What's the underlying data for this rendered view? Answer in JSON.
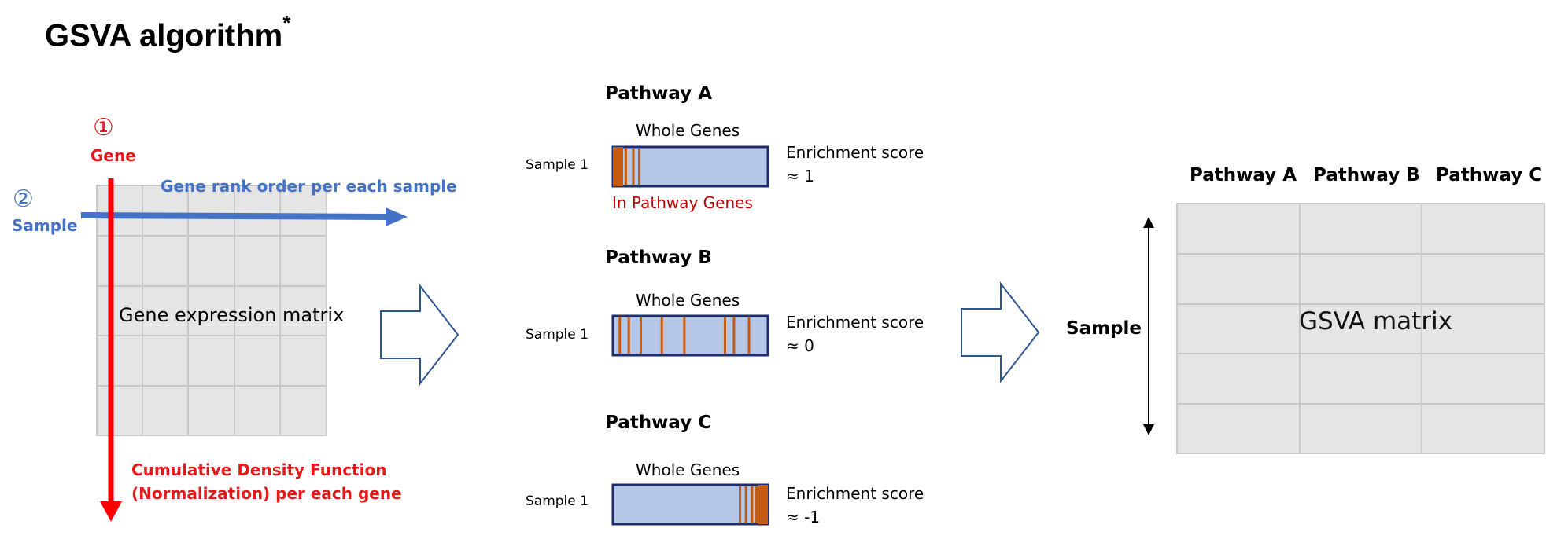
{
  "title": "GSVA algorithm",
  "title_mark": "*",
  "left": {
    "step1_marker": "①",
    "step1_label": "Gene",
    "step2_marker": "②",
    "step2_label": "Sample",
    "horizontal_arrow_label": "Gene rank order per each sample",
    "matrix_label": "Gene expression matrix",
    "vertical_arrow_label_line1": "Cumulative Density Function",
    "vertical_arrow_label_line2": "(Normalization) per each gene"
  },
  "pathways": [
    {
      "title": "Pathway A",
      "bar_label": "Whole Genes",
      "sample_label": "Sample 1",
      "score_label": "Enrichment score",
      "score_value": "≈ 1",
      "annotation": "In Pathway Genes",
      "gene_positions": [
        0.0,
        0.07,
        0.12,
        0.16
      ]
    },
    {
      "title": "Pathway B",
      "bar_label": "Whole Genes",
      "sample_label": "Sample 1",
      "score_label": "Enrichment score",
      "score_value": "≈ 0",
      "gene_positions": [
        0.03,
        0.09,
        0.17,
        0.31,
        0.46,
        0.73,
        0.79,
        0.89
      ]
    },
    {
      "title": "Pathway C",
      "bar_label": "Whole Genes",
      "sample_label": "Sample 1",
      "score_label": "Enrichment score",
      "score_value": "≈ -1",
      "gene_positions": [
        0.83,
        0.87,
        0.91,
        0.94,
        0.97,
        1.0
      ]
    }
  ],
  "right": {
    "columns": [
      "Pathway A",
      "Pathway B",
      "Pathway C"
    ],
    "row_axis_label": "Sample",
    "matrix_label": "GSVA matrix"
  },
  "colors": {
    "red": "#e41a1a",
    "blue": "#4472c4",
    "dark_red": "#c00000",
    "bar_fill": "#b4c7e7",
    "bar_border": "#1f2d6e",
    "gene_mark": "#c55a11",
    "matrix_fill": "#e5e5e5",
    "matrix_grid": "#c8c8c8",
    "block_arrow": "#2f5597"
  }
}
